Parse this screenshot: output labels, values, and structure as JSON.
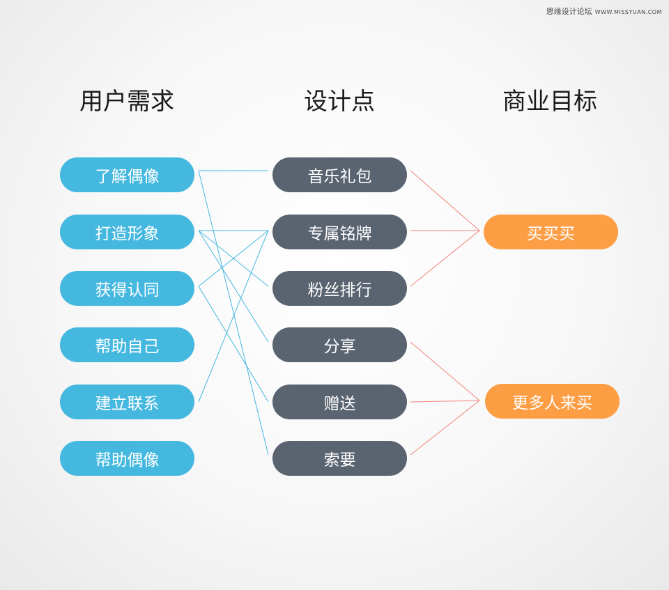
{
  "watermark": {
    "site_name": "思缘设计论坛",
    "url": "WWW.MISSYUAN.COM"
  },
  "columns": {
    "needs": "用户需求",
    "design": "设计点",
    "goals": "商业目标"
  },
  "needs": [
    "了解偶像",
    "打造形象",
    "获得认同",
    "帮助自己",
    "建立联系",
    "帮助偶像"
  ],
  "design_points": [
    "音乐礼包",
    "专属铭牌",
    "粉丝排行",
    "分享",
    "赠送",
    "索要"
  ],
  "goals": [
    "买买买",
    "更多人来买"
  ],
  "colors": {
    "need_pill": "#45b8e0",
    "design_pill": "#5a6370",
    "goal_pill": "#fd9e45",
    "need_link": "#45b8e0",
    "goal_link": "#f4837a"
  },
  "links_need_to_design": [
    [
      0,
      0
    ],
    [
      0,
      5
    ],
    [
      1,
      1
    ],
    [
      1,
      2
    ],
    [
      1,
      3
    ],
    [
      2,
      1
    ],
    [
      2,
      4
    ],
    [
      4,
      1
    ]
  ],
  "links_design_to_goal": [
    [
      0,
      0
    ],
    [
      1,
      0
    ],
    [
      2,
      0
    ],
    [
      3,
      1
    ],
    [
      4,
      1
    ],
    [
      5,
      1
    ]
  ]
}
